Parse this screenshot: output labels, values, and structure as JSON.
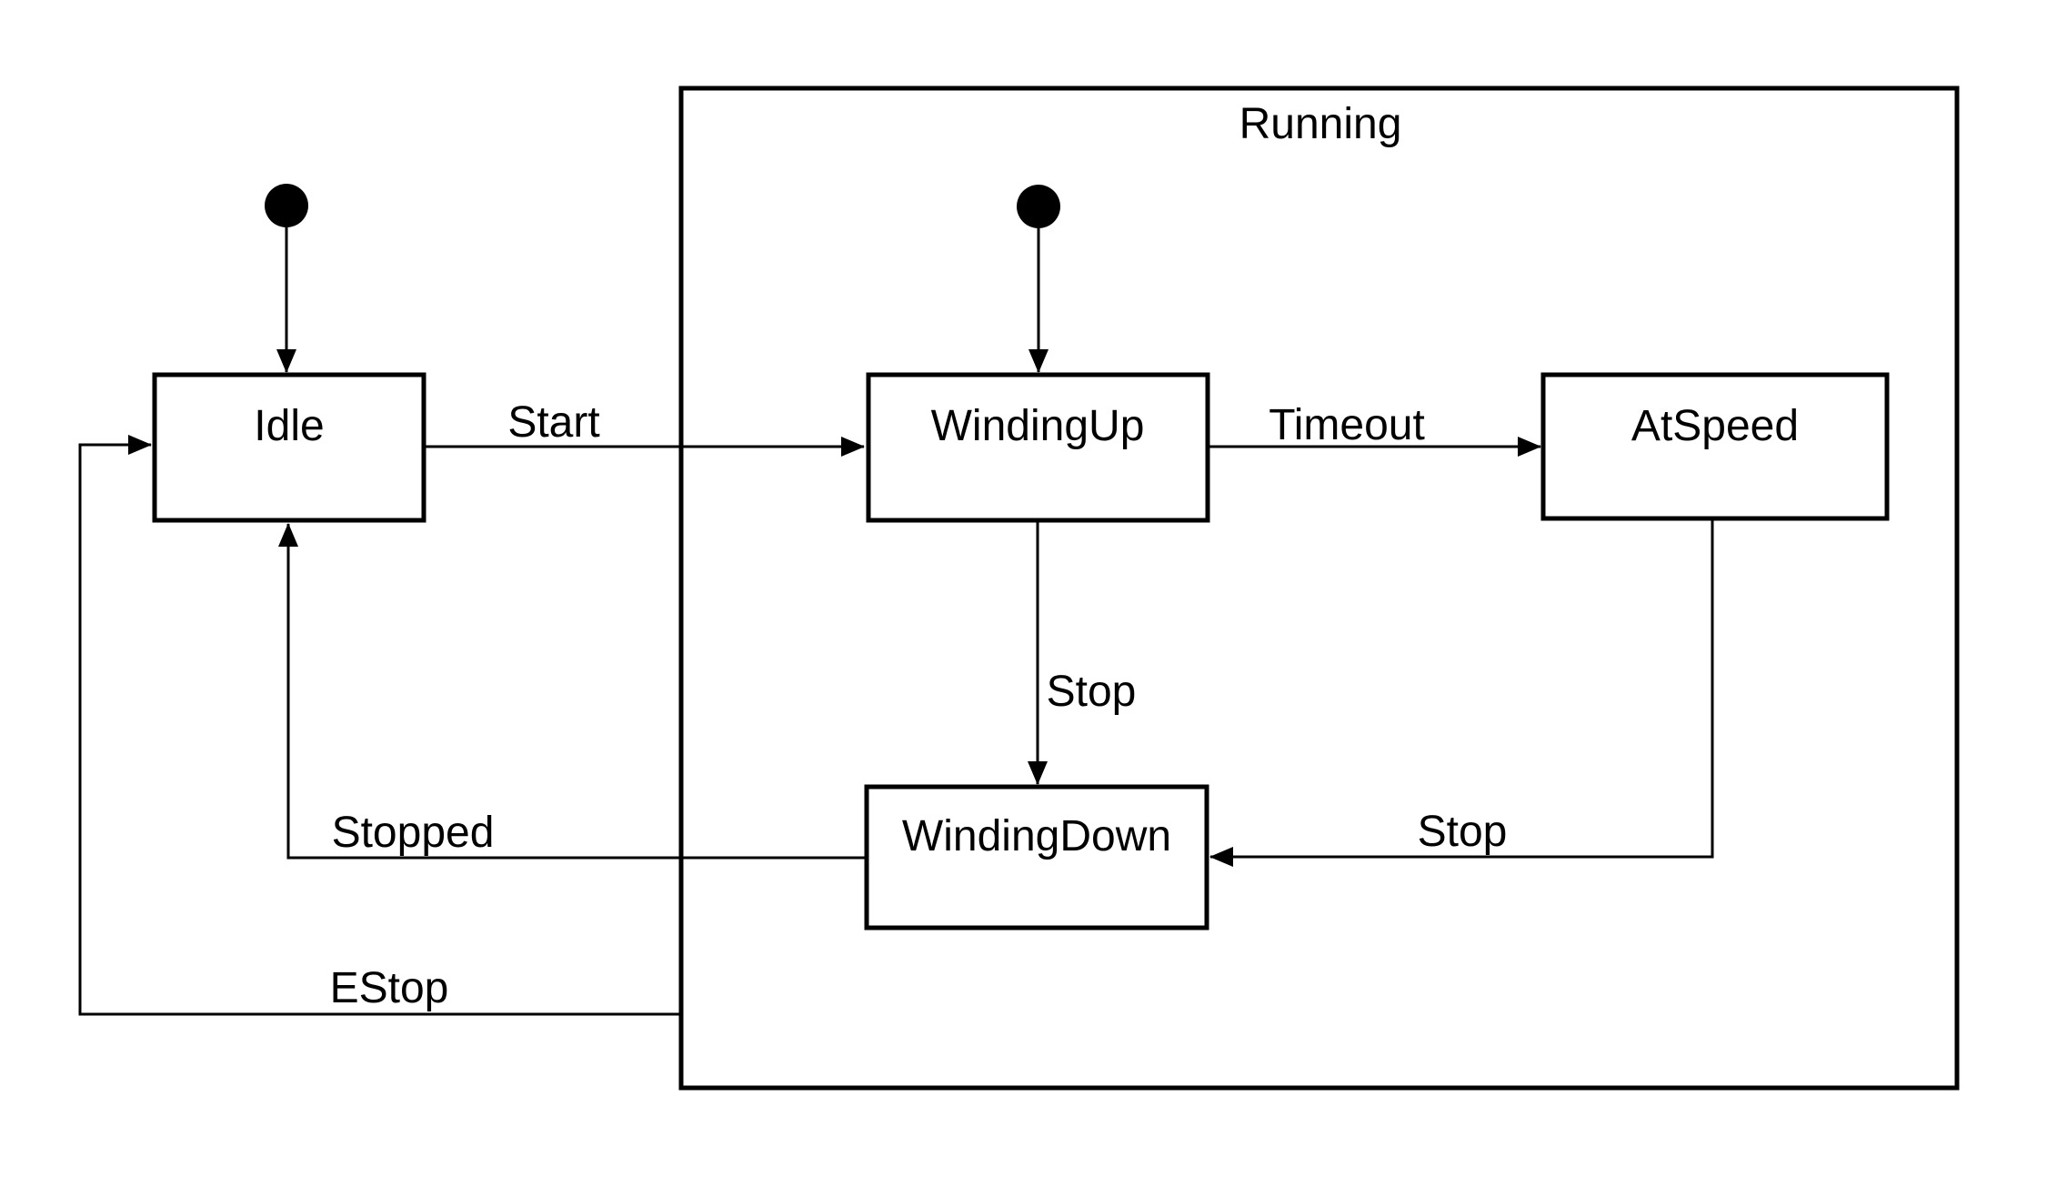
{
  "diagram": {
    "type": "state-machine",
    "background_color": "#ffffff",
    "line_color": "#000000",
    "text_color": "#000000",
    "composite_state": {
      "label": "Running"
    },
    "states": [
      {
        "id": "idle",
        "label": "Idle"
      },
      {
        "id": "winding-up",
        "label": "WindingUp"
      },
      {
        "id": "at-speed",
        "label": "AtSpeed"
      },
      {
        "id": "winding-down",
        "label": "WindingDown"
      }
    ],
    "initial_markers": [
      {
        "id": "initial-idle",
        "target": "Idle"
      },
      {
        "id": "initial-winding-up",
        "target": "WindingUp"
      }
    ],
    "transitions": [
      {
        "from": "Idle",
        "to": "WindingUp",
        "label": "Start"
      },
      {
        "from": "WindingUp",
        "to": "AtSpeed",
        "label": "Timeout"
      },
      {
        "from": "WindingUp",
        "to": "WindingDown",
        "label": "Stop"
      },
      {
        "from": "AtSpeed",
        "to": "WindingDown",
        "label": "Stop"
      },
      {
        "from": "WindingDown",
        "to": "Idle",
        "label": "Stopped"
      },
      {
        "from": "Running",
        "to": "Idle",
        "label": "EStop"
      }
    ]
  }
}
